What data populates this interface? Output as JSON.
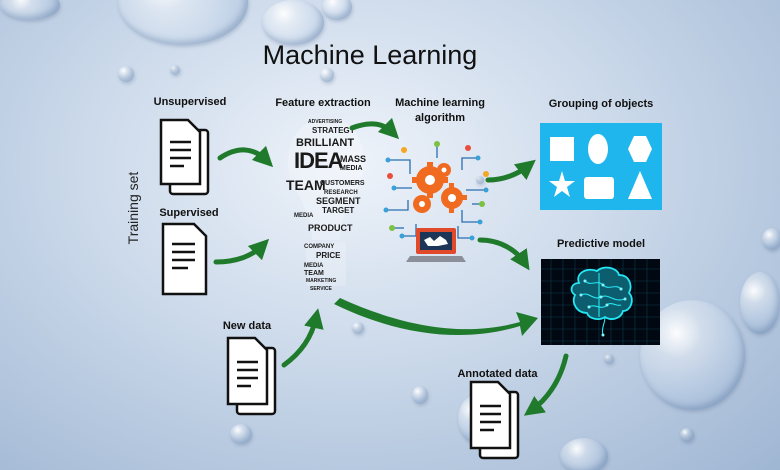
{
  "title": "Machine Learning",
  "labels": {
    "unsupervised": "Unsupervised",
    "supervised": "Supervised",
    "training_set": "Training set",
    "new_data": "New data",
    "feature_extraction": "Feature extraction",
    "ml_algorithm_line1": "Machine learning",
    "ml_algorithm_line2": "algorithm",
    "grouping": "Grouping of objects",
    "predictive": "Predictive model",
    "annotated": "Annotated data"
  },
  "bulb_words": [
    "ADVERTISING",
    "STRATEGY",
    "BRILLIANT",
    "IDEA",
    "MASS",
    "MEDIA",
    "TEAM",
    "CUSTOMERS",
    "RESEARCH",
    "SEGMENT",
    "TARGET",
    "MEDIA",
    "PRODUCT",
    "COMPANY",
    "PRICE",
    "MEDIA",
    "TEAM",
    "MARKETING",
    "SERVICE"
  ],
  "colors": {
    "arrow": "#1f7a2c",
    "grouping_bg": "#1fb6ee",
    "predictive_bg": "#020812",
    "brain": "#25e6f2"
  },
  "icons": {
    "document": "document-icon",
    "lightbulb": "lightbulb-word-cloud",
    "gears": "gears-laptop-icon",
    "brain": "brain-icon"
  }
}
